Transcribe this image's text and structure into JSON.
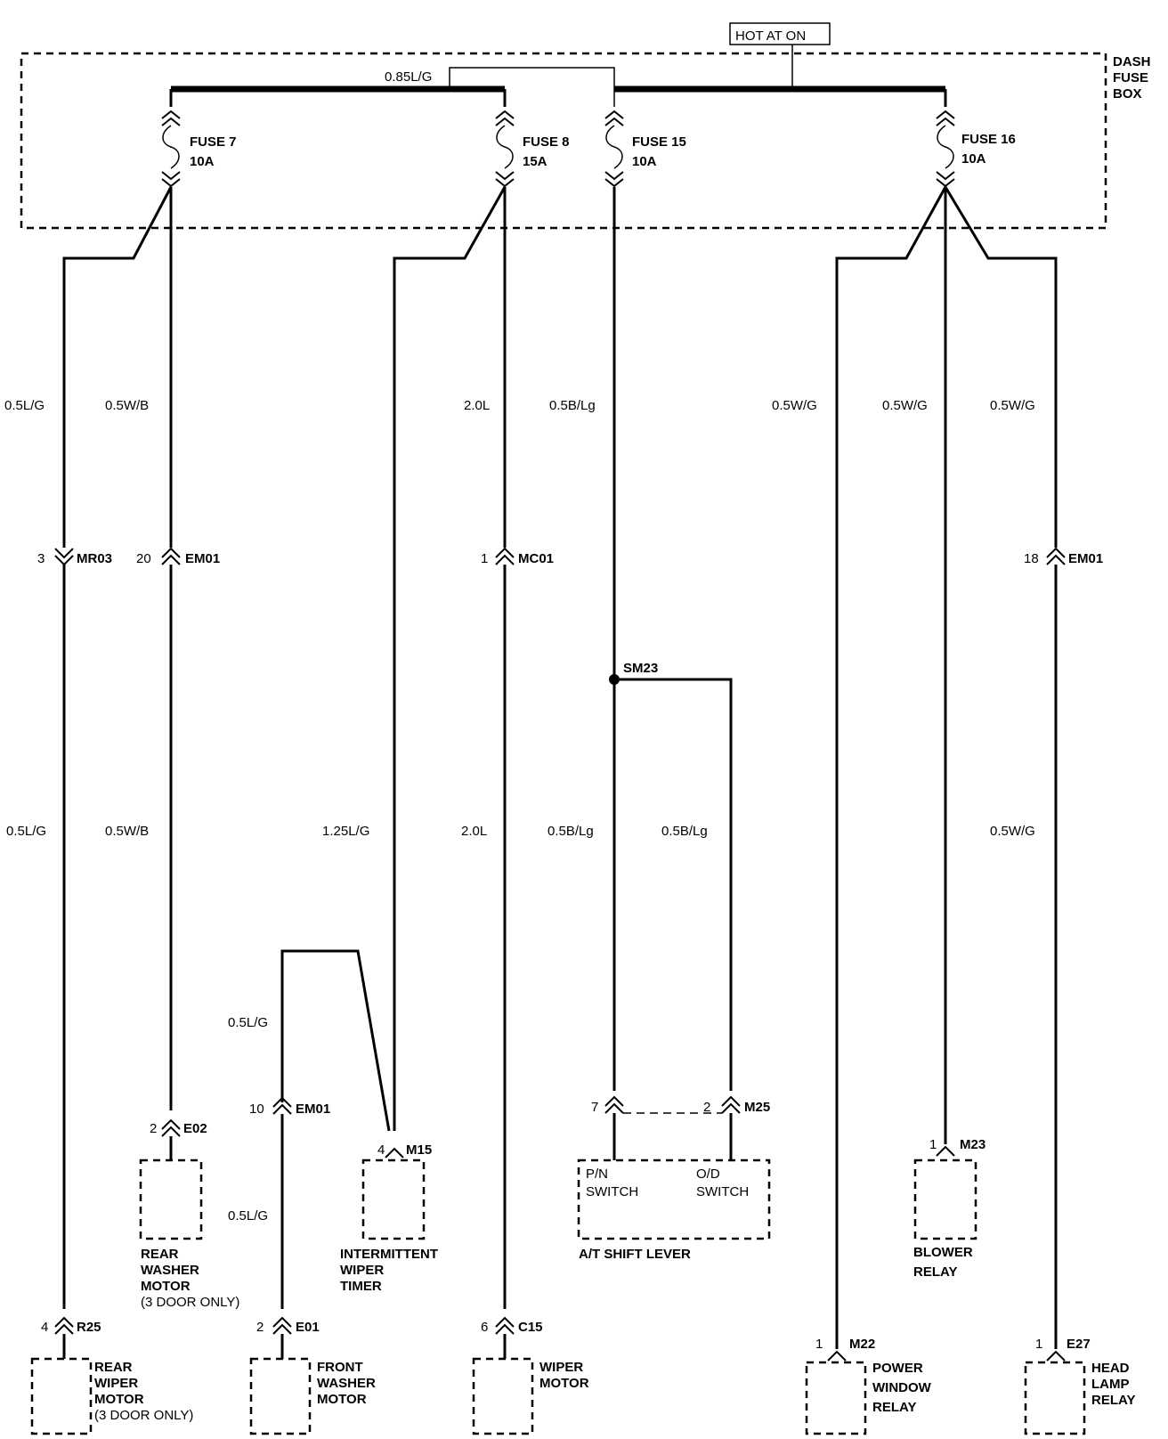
{
  "hot_at_on": "HOT AT ON",
  "fuse_box": {
    "line1": "DASH",
    "line2": "FUSE",
    "line3": "BOX"
  },
  "top_wire": "0.85L/G",
  "fuses": [
    {
      "name": "FUSE 7",
      "rating": "10A"
    },
    {
      "name": "FUSE 8",
      "rating": "15A"
    },
    {
      "name": "FUSE 15",
      "rating": "10A"
    },
    {
      "name": "FUSE 16",
      "rating": "10A"
    }
  ],
  "wires_upper": [
    "0.5L/G",
    "0.5W/B",
    "2.0L",
    "0.5B/Lg",
    "0.5W/G",
    "0.5W/G",
    "0.5W/G"
  ],
  "wires_lower": [
    "0.5L/G",
    "0.5W/B",
    "1.25L/G",
    "2.0L",
    "0.5B/Lg",
    "0.5B/Lg",
    "0.5W/G"
  ],
  "wires_mid": [
    "0.5L/G",
    "0.5L/G"
  ],
  "connectors": [
    {
      "pin": "3",
      "id": "MR03"
    },
    {
      "pin": "20",
      "id": "EM01"
    },
    {
      "pin": "1",
      "id": "MC01"
    },
    {
      "pin": "18",
      "id": "EM01"
    },
    {
      "pin": "10",
      "id": "EM01"
    },
    {
      "pin": "7",
      "id": ""
    },
    {
      "pin": "2",
      "id": "M25"
    },
    {
      "pin": "2",
      "id": "E02"
    },
    {
      "pin": "4",
      "id": "M15"
    },
    {
      "pin": "1",
      "id": "M23"
    },
    {
      "pin": "4",
      "id": "R25"
    },
    {
      "pin": "2",
      "id": "E01"
    },
    {
      "pin": "6",
      "id": "C15"
    },
    {
      "pin": "1",
      "id": "M22"
    },
    {
      "pin": "1",
      "id": "E27"
    }
  ],
  "splice": "SM23",
  "components": {
    "rear_washer": [
      "REAR",
      "WASHER",
      "MOTOR",
      "(3 DOOR ONLY)"
    ],
    "int_wiper": [
      "INTERMITTENT",
      "WIPER",
      "TIMER"
    ],
    "pn_switch": [
      "P/N",
      "SWITCH"
    ],
    "od_switch": [
      "O/D",
      "SWITCH"
    ],
    "shift_lever": "A/T SHIFT LEVER",
    "blower": [
      "BLOWER",
      "RELAY"
    ],
    "rear_wiper": [
      "REAR",
      "WIPER",
      "MOTOR",
      "(3 DOOR ONLY)"
    ],
    "front_washer": [
      "FRONT",
      "WASHER",
      "MOTOR"
    ],
    "wiper_motor": [
      "WIPER",
      "MOTOR"
    ],
    "power_window": [
      "POWER",
      "WINDOW",
      "RELAY"
    ],
    "head_lamp": [
      "HEAD",
      "LAMP",
      "RELAY"
    ]
  }
}
